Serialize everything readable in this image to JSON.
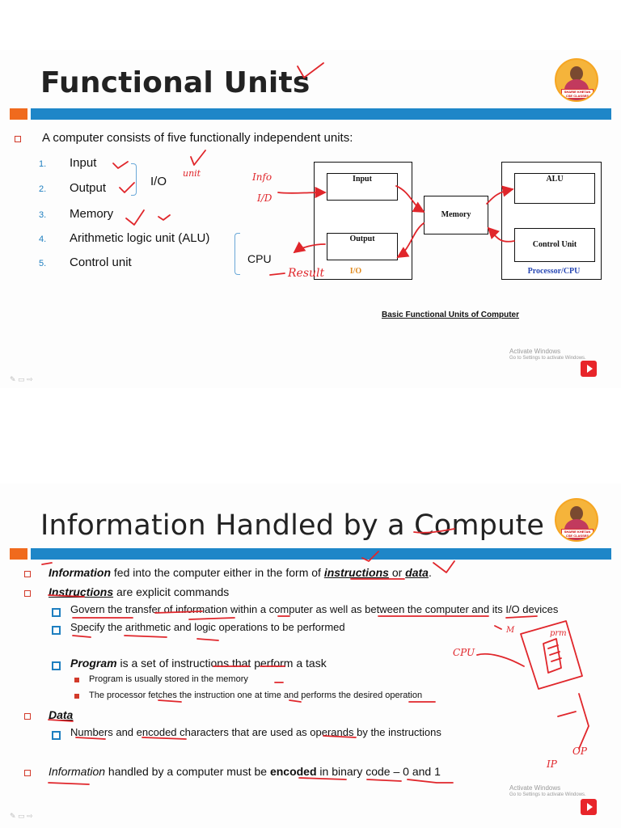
{
  "slide1": {
    "title": "Functional Units",
    "intro": "A computer consists of five functionally independent units:",
    "units": [
      {
        "num": "1.",
        "label": "Input"
      },
      {
        "num": "2.",
        "label": "Output"
      },
      {
        "num": "3.",
        "label": "Memory"
      },
      {
        "num": "4.",
        "label": "Arithmetic logic unit (ALU)"
      },
      {
        "num": "5.",
        "label": "Control unit"
      }
    ],
    "io_label": "I/O",
    "cpu_label": "CPU",
    "diagram": {
      "input": "Input",
      "output": "Output",
      "io_caption": "I/O",
      "memory": "Memory",
      "alu": "ALU",
      "control_unit": "Control Unit",
      "processor_caption": "Processor/CPU",
      "caption": "Basic Functional Units of Computer"
    },
    "annotations": {
      "unit": "unit",
      "info": "Info",
      "id": "I/D",
      "result": "Result"
    },
    "watermark": [
      "Activate Windows",
      "Go to Settings to activate Windows."
    ],
    "avatar_tag": "SHARIE KHETAN CSE CLASSES"
  },
  "slide2": {
    "title": "Information Handled by a Compute",
    "b1": {
      "strong": "Information",
      "mid": " fed into the computer either in the form of ",
      "instr": "instructions",
      "or": " or ",
      "data": "data",
      "end": "."
    },
    "b2": {
      "strong": "Instructions",
      "rest": " are explicit commands"
    },
    "b2_subs": [
      "Govern the transfer of information within a computer as well as between the computer and its I/O devices",
      "Specify the arithmetic and logic operations to be performed"
    ],
    "program": {
      "strong": "Program",
      "rest": " is a set of instructions that perform a task"
    },
    "program_subs": [
      "Program is usually stored in the memory",
      "The processor fetches the instruction one at time and performs the desired operation"
    ],
    "data_heading": "Data",
    "data_sub": "Numbers and encoded characters that are used as operands by the instructions",
    "last": {
      "em": "Information",
      "mid": " handled by a computer must be ",
      "strong": "encoded",
      "rest": " in binary code – 0 and 1"
    },
    "annotations": {
      "cpu": "CPU",
      "m": "M",
      "prm": "prm",
      "ip": "IP",
      "op": "OP"
    },
    "watermark": [
      "Activate Windows",
      "Go to Settings to activate Windows."
    ],
    "avatar_tag": "SHARIE KHETAN CSE CLASSES"
  },
  "colors": {
    "accent_orange": "#f06a1d",
    "accent_blue": "#1e86c8",
    "ink_red": "#e0262b",
    "processor_blue": "#2747b3",
    "io_orange": "#e08a1e"
  }
}
